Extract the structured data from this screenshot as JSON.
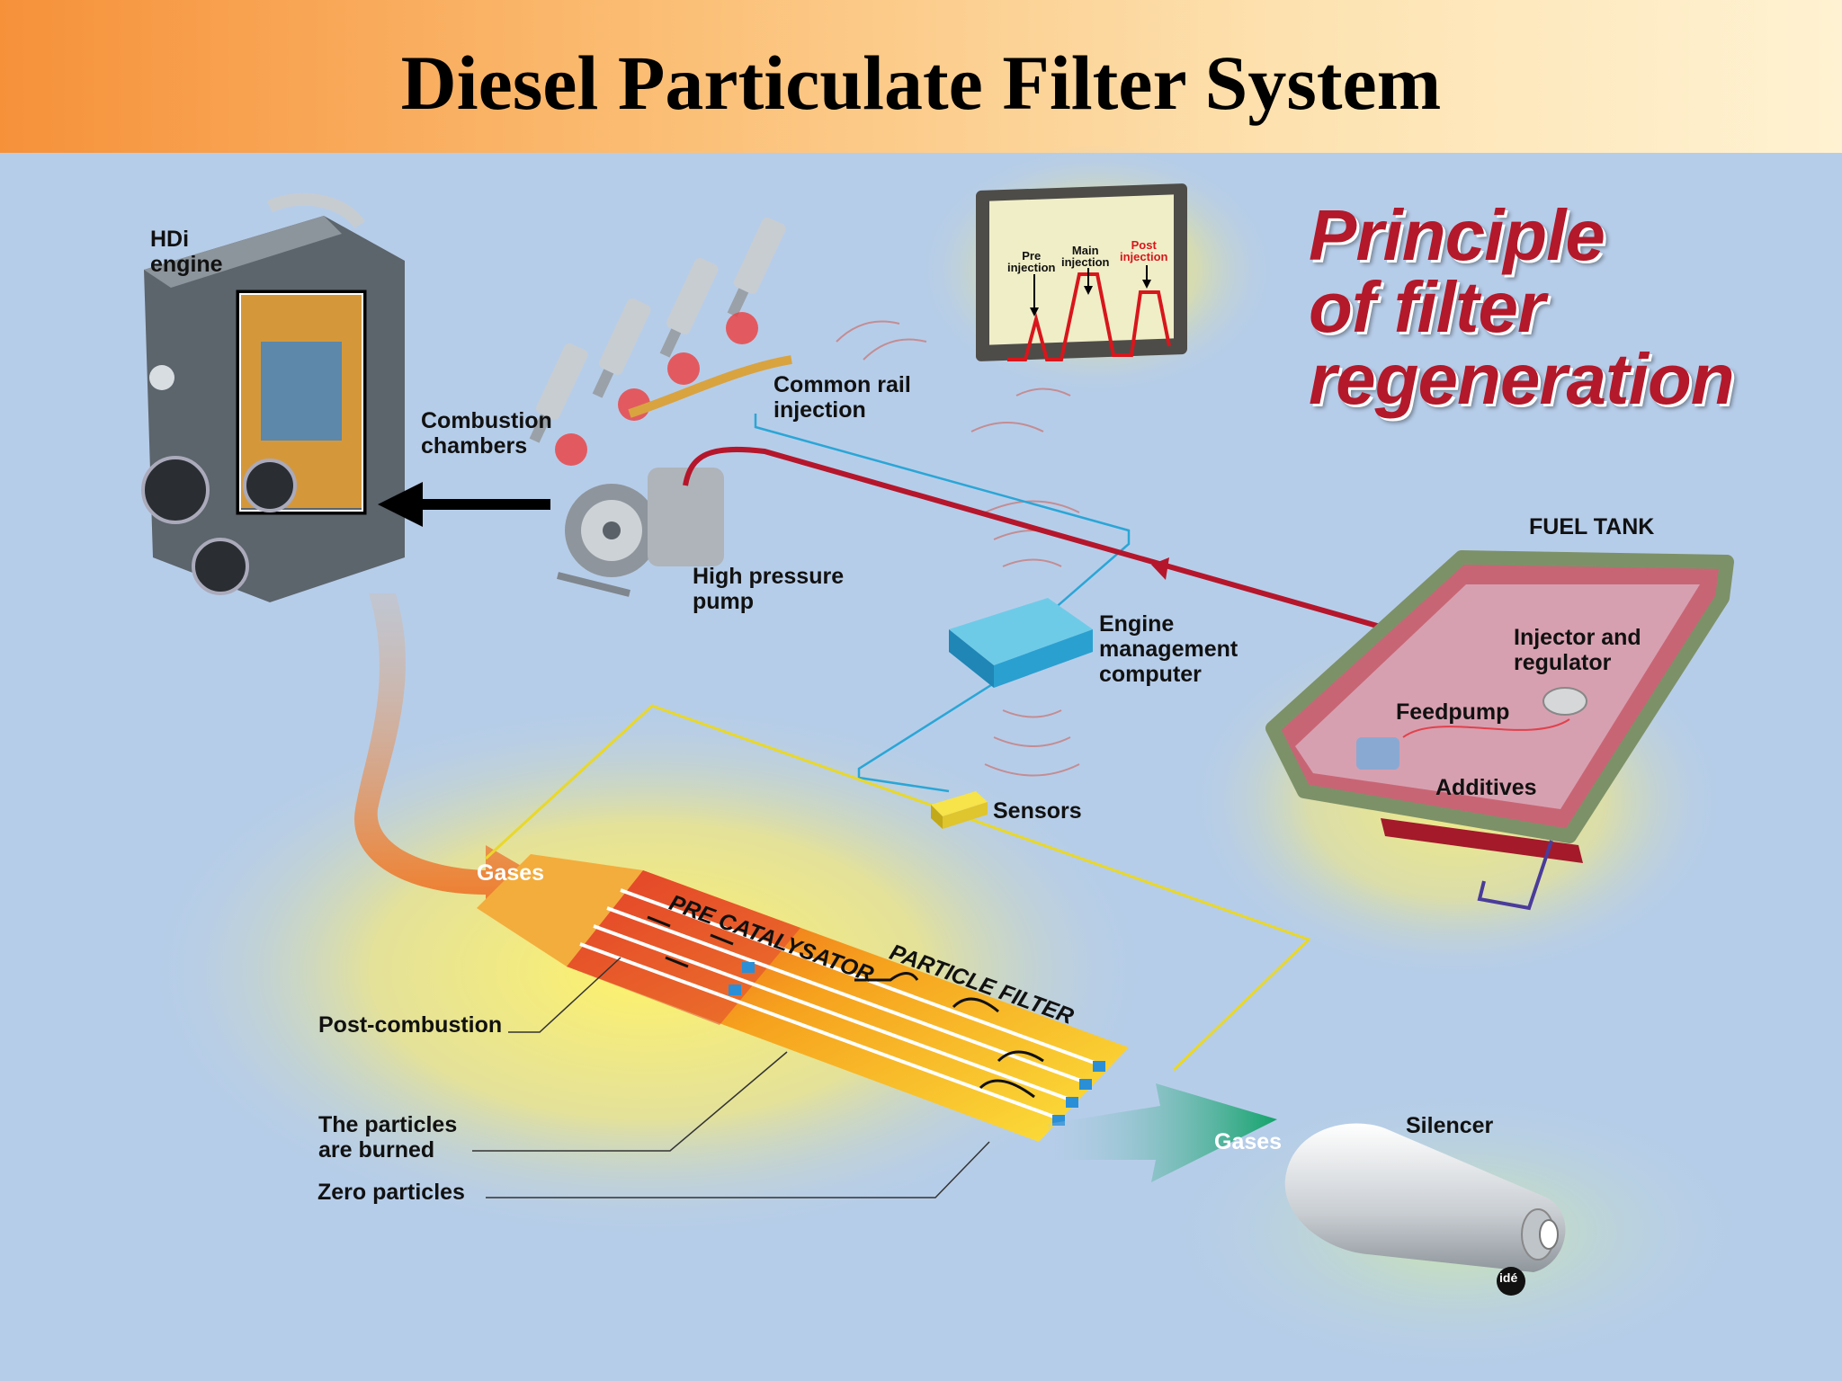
{
  "title": "Diesel Particulate Filter System",
  "principle_heading": "Principle\nof filter\nregeneration",
  "labels": {
    "hdi_engine": "HDi\nengine",
    "combustion_chambers": "Combustion\nchambers",
    "common_rail": "Common rail\ninjection",
    "high_pressure_pump": "High pressure\npump",
    "engine_computer": "Engine\nmanagement\ncomputer",
    "fuel_tank": "FUEL TANK",
    "injector_regulator": "Injector and\nregulator",
    "feedpump": "Feedpump",
    "additives": "Additives",
    "sensors": "Sensors",
    "gases_in": "Gases",
    "gases_out": "Gases",
    "pre_catalysator": "PRE CATALYSATOR",
    "particle_filter": "PARTICLE FILTER",
    "post_combustion": "Post-combustion",
    "particles_burned": "The particles\nare burned",
    "zero_particles": "Zero particles",
    "silencer": "Silencer",
    "logo": "idé"
  },
  "injection_chart": {
    "pre": "Pre\ninjection",
    "main": "Main\ninjection",
    "post": "Post\ninjection"
  },
  "colors": {
    "fuel_line": "#b5162b",
    "signal_line": "#2aa6d6",
    "sensor_line": "#e9d82a",
    "accent_red": "#b3192a",
    "gas_out": "#1fa66a"
  }
}
